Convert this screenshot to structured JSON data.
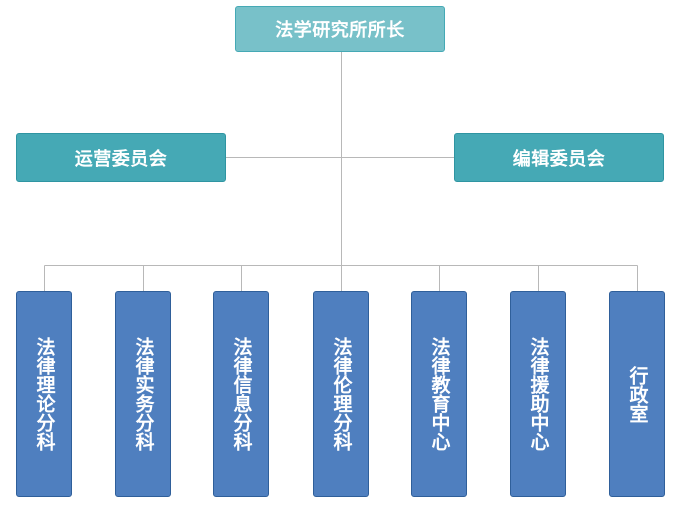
{
  "director": {
    "label": "法学研究所所长"
  },
  "committees": [
    {
      "label": "运营委员会"
    },
    {
      "label": "编辑委员会"
    }
  ],
  "departments": [
    {
      "label": "法律理论分科"
    },
    {
      "label": "法律实务分科"
    },
    {
      "label": "法律信息分科"
    },
    {
      "label": "法律伦理分科"
    },
    {
      "label": "法律教育中心"
    },
    {
      "label": "法律援助中心"
    },
    {
      "label": "行政室"
    }
  ],
  "colors": {
    "director_fill": "#78c1c9",
    "committee_fill": "#45a9b5",
    "department_fill": "#4f7fbf",
    "connector": "#b8b8b8"
  }
}
